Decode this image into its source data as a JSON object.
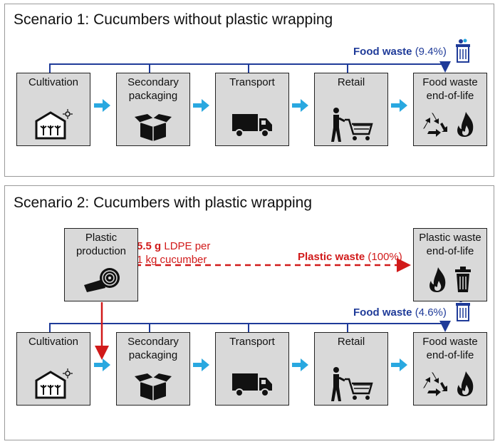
{
  "scenario1": {
    "title": "Scenario 1: Cucumbers without plastic wrapping",
    "food_waste_label": "Food waste",
    "food_waste_pct": "(9.4%)",
    "stages": [
      "Cultivation",
      "Secondary packaging",
      "Transport",
      "Retail",
      "Food waste end-of-life"
    ]
  },
  "scenario2": {
    "title": "Scenario 2: Cucumbers with plastic wrapping",
    "plastic_production": "Plastic production",
    "ldpe_amount": "5.5 g",
    "ldpe_text": "LDPE per",
    "ldpe_text2": "1 kg cucumber",
    "plastic_waste_label": "Plastic waste",
    "plastic_waste_pct": "(100%)",
    "plastic_eol": "Plastic waste end-of-life",
    "food_waste_label": "Food waste",
    "food_waste_pct": "(4.6%)",
    "stages": [
      "Cultivation",
      "Secondary packaging",
      "Transport",
      "Retail",
      "Food waste end-of-life"
    ]
  },
  "colors": {
    "flow_arrow": "#29a8e0",
    "food_waste": "#1f3b99",
    "plastic": "#d11a1a",
    "box_fill": "#d9d9d9"
  },
  "icons": {
    "cultivation": "greenhouse-icon",
    "secondary_packaging": "open-box-icon",
    "transport": "truck-icon",
    "retail": "shopping-cart-person-icon",
    "food_waste_eol": "recycle-and-fire-icons",
    "plastic_production": "plastic-roll-icon",
    "plastic_eol": "fire-and-trash-icons",
    "bin": "waste-bin-icon"
  }
}
